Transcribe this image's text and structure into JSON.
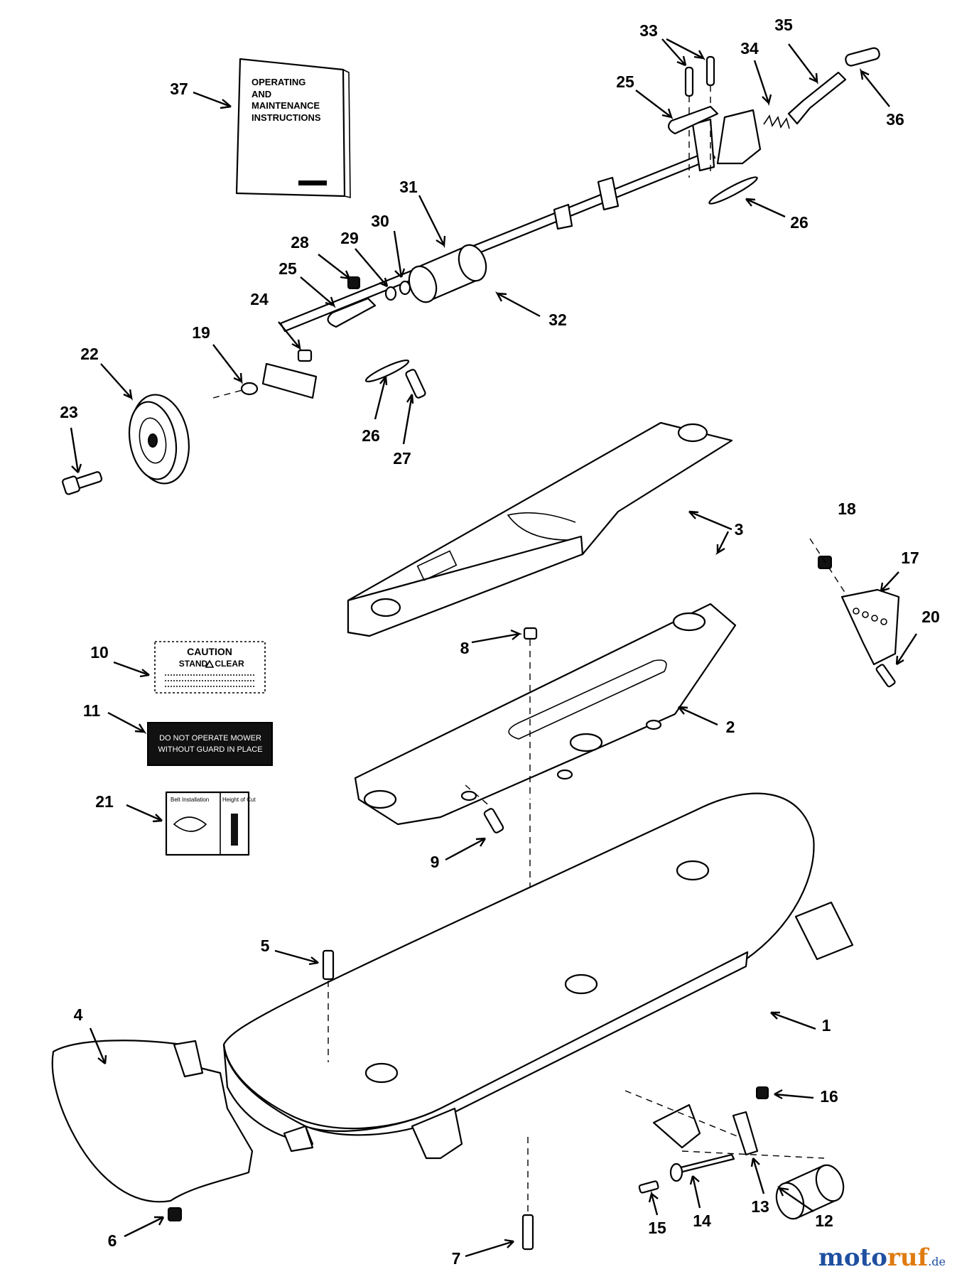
{
  "manual": {
    "line1": "OPERATING",
    "line2": "AND",
    "line3": "MAINTENANCE",
    "line4": "INSTRUCTIONS"
  },
  "decals": {
    "caution_title": "CAUTION",
    "caution_sub": "STAND",
    "caution_sub2": "CLEAR",
    "guard_line1": "DO NOT OPERATE MOWER",
    "guard_line2": "WITHOUT GUARD IN PLACE",
    "belt_label": "Belt Installation",
    "height_label": "Height of Cut"
  },
  "callouts": [
    {
      "id": "c1",
      "label": "1"
    },
    {
      "id": "c2",
      "label": "2"
    },
    {
      "id": "c3",
      "label": "3"
    },
    {
      "id": "c4",
      "label": "4"
    },
    {
      "id": "c5",
      "label": "5"
    },
    {
      "id": "c6",
      "label": "6"
    },
    {
      "id": "c7",
      "label": "7"
    },
    {
      "id": "c8",
      "label": "8"
    },
    {
      "id": "c9",
      "label": "9"
    },
    {
      "id": "c10",
      "label": "10"
    },
    {
      "id": "c11",
      "label": "11"
    },
    {
      "id": "c12",
      "label": "12"
    },
    {
      "id": "c13",
      "label": "13"
    },
    {
      "id": "c14",
      "label": "14"
    },
    {
      "id": "c15",
      "label": "15"
    },
    {
      "id": "c16",
      "label": "16"
    },
    {
      "id": "c17",
      "label": "17"
    },
    {
      "id": "c18",
      "label": "18"
    },
    {
      "id": "c19",
      "label": "19"
    },
    {
      "id": "c20",
      "label": "20"
    },
    {
      "id": "c21",
      "label": "21"
    },
    {
      "id": "c22",
      "label": "22"
    },
    {
      "id": "c23",
      "label": "23"
    },
    {
      "id": "c24",
      "label": "24"
    },
    {
      "id": "c25a",
      "label": "25"
    },
    {
      "id": "c25b",
      "label": "25"
    },
    {
      "id": "c26a",
      "label": "26"
    },
    {
      "id": "c26b",
      "label": "26"
    },
    {
      "id": "c27",
      "label": "27"
    },
    {
      "id": "c28",
      "label": "28"
    },
    {
      "id": "c29",
      "label": "29"
    },
    {
      "id": "c30",
      "label": "30"
    },
    {
      "id": "c31",
      "label": "31"
    },
    {
      "id": "c32",
      "label": "32"
    },
    {
      "id": "c33",
      "label": "33"
    },
    {
      "id": "c34",
      "label": "34"
    },
    {
      "id": "c35",
      "label": "35"
    },
    {
      "id": "c36",
      "label": "36"
    },
    {
      "id": "c37",
      "label": "37"
    }
  ],
  "watermark": {
    "brand_a": "moto",
    "brand_b": "ruf",
    "suffix": ".de",
    "color_a": "#1f4fa0",
    "color_b": "#e07b10"
  }
}
